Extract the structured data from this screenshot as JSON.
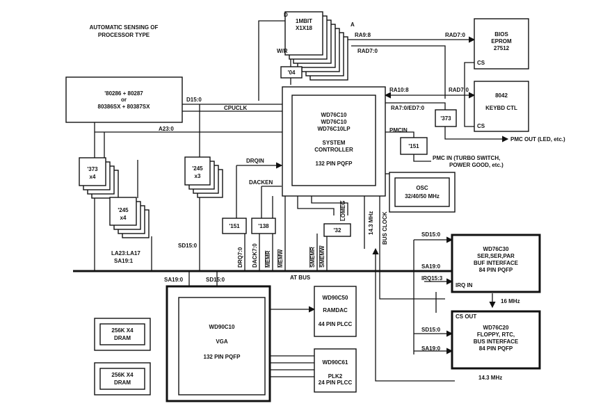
{
  "title": [
    "AUTOMATIC SENSING OF",
    "PROCESSOR TYPE"
  ],
  "bus_label": "AT BUS",
  "blocks": {
    "cpu": [
      "'80286 + 80287",
      "or",
      "80386SX + 80387SX"
    ],
    "mem1mbit": [
      "1MBIT",
      "X1X18"
    ],
    "buf04": "'04",
    "bios": [
      "BIOS",
      "EPROM",
      "27512"
    ],
    "bios_cs": "CS",
    "kbd": [
      "8042",
      "KEYBD CTL"
    ],
    "kbd_cs": "CS",
    "ctrl": [
      "WD76C10",
      "WD76C10",
      "WD76C10LP",
      "",
      "SYSTEM",
      "CONTROLLER",
      "",
      "132 PIN PQFP"
    ],
    "latch373b": "'373",
    "chip151a": "'151",
    "osc": [
      "OSC",
      "32/40/50 MHz"
    ],
    "latch373a": [
      "'373",
      "x4"
    ],
    "xcvr245a": [
      "'245",
      "x3"
    ],
    "xcvr245b": [
      "'245",
      "x4"
    ],
    "chip151b": "'151",
    "chip138": "'138",
    "chip32": "'32",
    "c30": [
      "WD76C30",
      "SER,SER,PAR",
      "BUF INTERFACE",
      "84 PIN PQFP"
    ],
    "c30_irq": "IRQ  IN",
    "c20": [
      "WD76C20",
      "FLOPPY, RTC,",
      "BUS INTERFACE",
      "84 PIN PQFP"
    ],
    "c20_cs": "CS OUT",
    "vga": [
      "WD90C10",
      "VGA",
      "132 PIN PQFP"
    ],
    "ramdac": [
      "WD90C50",
      "RAMDAC",
      "44 PIN PLCC"
    ],
    "plk": [
      "WD90C61",
      "PLK2",
      "24 PIN PLCC"
    ],
    "dram1": [
      "256K X4",
      "DRAM"
    ],
    "dram2": [
      "256K X4",
      "DRAM"
    ]
  },
  "signals": {
    "d": "D",
    "a": "A",
    "wr": "W/R",
    "ra98": "RA9:8",
    "rad70_a": "RAD7:0",
    "rad70_b": "RAD7:0",
    "rad70_c": "RAD7:0",
    "ra108": "RA10:8",
    "ra70ed": "RA7:0/ED7:0",
    "d150_cpu": "D15:0",
    "cpuclk": "CPUCLK",
    "a230": "A23:0",
    "drqin": "DRQIN",
    "dacken": "DACKEN",
    "pmcin": "PMCIN",
    "pmc_out": "PMC OUT (LED, etc.)",
    "pmc_in": [
      "PMC IN (TURBO SWITCH,",
      "POWER GOOD, etc.)"
    ],
    "drq70": "DRQ7:0",
    "dack70": "DACK7:0",
    "memr": "MEMR",
    "memw": "MEMW",
    "smemr": "SMEMR",
    "smemw": "SMEMW",
    "lomeg": "LOMEG",
    "mhz143_v": "14.3 MHz",
    "busclock": "BUS CLOCK",
    "la": [
      "LA23:LA17",
      "SA19:1"
    ],
    "sd150_left": "SD15:0",
    "sa190_vga": "SA19:0",
    "sd150_vga": "SD15:0",
    "sd150_c30": "SD15:0",
    "sa190_c30": "SA19:0",
    "irq153": "IRQ15:3",
    "mhz16": "16 MHz",
    "sd150_c20": "SD15:0",
    "sa190_c20": "SA19:0",
    "mhz143_b": "14.3 MHz"
  }
}
